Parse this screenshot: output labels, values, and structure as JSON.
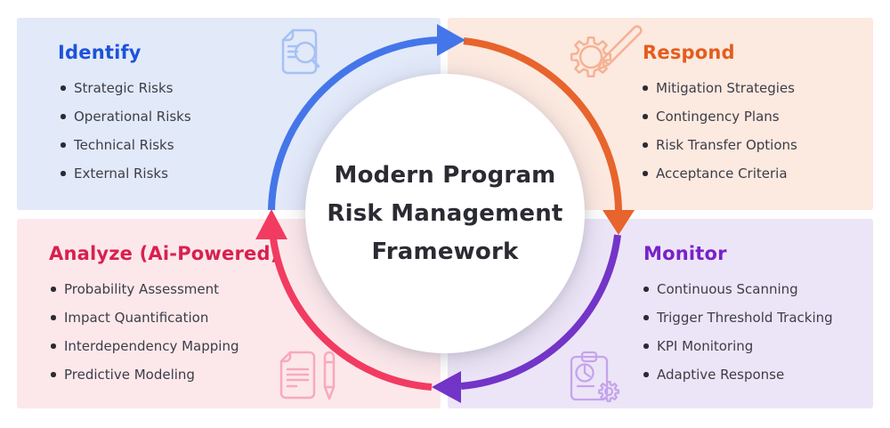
{
  "page": {
    "background": "#FFFFFF"
  },
  "center": {
    "lines": [
      "Modern Program",
      "Risk Management",
      "Framework"
    ],
    "text_color": "#2B2B33"
  },
  "ring": {
    "blue": "#4476E9",
    "orange": "#E7642C",
    "purple": "#7334C8",
    "pink": "#F23B61"
  },
  "quadrants": [
    {
      "id": "identify",
      "title": "Identify",
      "title_color": "#1D53D9",
      "background": "#E2E9F9",
      "icon": "document-search-icon",
      "icon_color": "#A6C1F3",
      "items": [
        "Strategic Risks",
        "Operational Risks",
        "Technical Risks",
        "External Risks"
      ]
    },
    {
      "id": "respond",
      "title": "Respond",
      "title_color": "#E25E1E",
      "background": "#FCE9E0",
      "icon": "gear-pencil-icon",
      "icon_color": "#F5B294",
      "items": [
        "Mitigation Strategies",
        "Contingency Plans",
        "Risk Transfer Options",
        "Acceptance Criteria"
      ]
    },
    {
      "id": "analyze",
      "title": "Analyze (Ai-Powered)",
      "title_color": "#D9204F",
      "background": "#FCE8EB",
      "icon": "document-pen-icon",
      "icon_color": "#F8A9BD",
      "items": [
        "Probability Assessment",
        "Impact Quantification",
        "Interdependency Mapping",
        "Predictive Modeling"
      ]
    },
    {
      "id": "monitor",
      "title": "Monitor",
      "title_color": "#7722C9",
      "background": "#ECE5F7",
      "icon": "clipboard-gear-icon",
      "icon_color": "#C6A4EB",
      "items": [
        "Continuous Scanning",
        "Trigger Threshold Tracking",
        "KPI Monitoring",
        "Adaptive Response"
      ]
    }
  ]
}
